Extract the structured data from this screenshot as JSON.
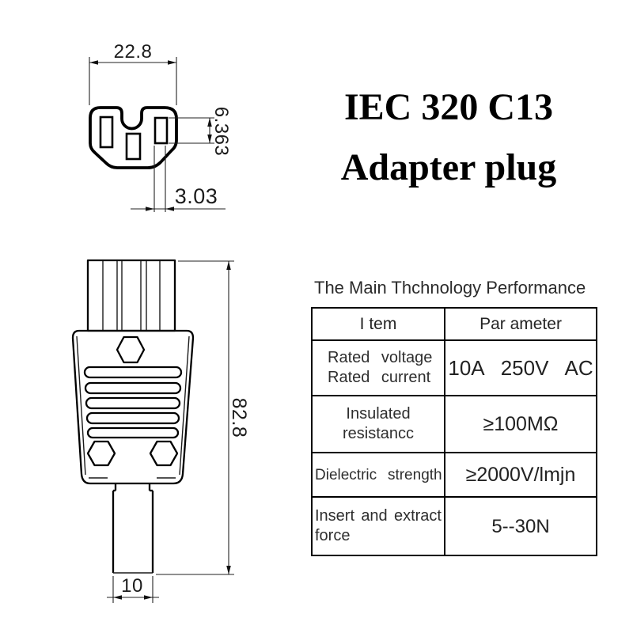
{
  "title": {
    "line1": "IEC 320 C13",
    "line2": "Adapter plug"
  },
  "drawings": {
    "face_view": {
      "dim_width": "22.8",
      "dim_slot_height": "6.363",
      "dim_slot_width": "3.03"
    },
    "body_view": {
      "dim_overall_length": "82.8",
      "dim_cable_width": "10"
    }
  },
  "spec_table": {
    "title": "The Main Thchnology  Performance",
    "columns": [
      "I tem",
      "Par ameter"
    ],
    "rows": [
      {
        "item_lines": [
          "Rated voltage",
          "Rated current"
        ],
        "parameter": "10A 250V AC"
      },
      {
        "item_lines": [
          "Insulated",
          "resistancc"
        ],
        "parameter": "≥100MΩ"
      },
      {
        "item_lines": [
          "Dielectric strength"
        ],
        "parameter": "≥2000V/lmjn"
      },
      {
        "item_words": [
          "Insert",
          "and",
          "extract"
        ],
        "item_line2": "force",
        "parameter": "5--30N"
      }
    ]
  }
}
